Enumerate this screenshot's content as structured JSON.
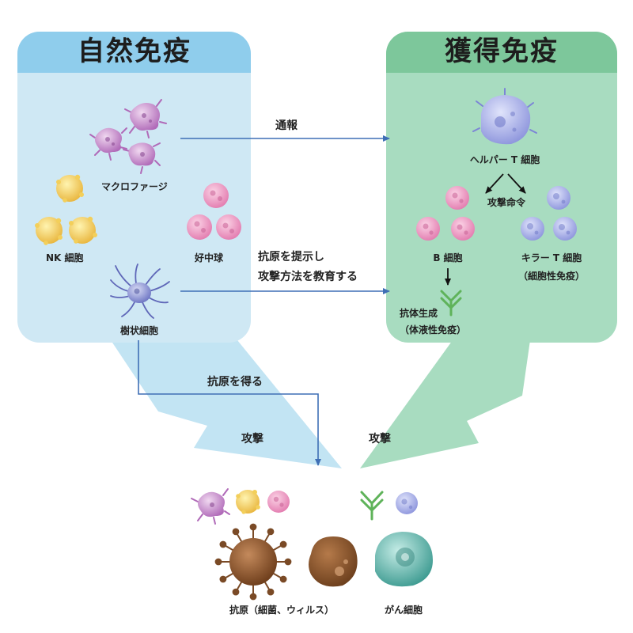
{
  "innate": {
    "title": "自然免疫",
    "macrophage": "マクロファージ",
    "nk_cell": "NK 細胞",
    "neutrophil": "好中球",
    "dendritic_cell": "樹状細胞"
  },
  "adaptive": {
    "title": "獲得免疫",
    "helper_t": "ヘルパー T 細胞",
    "attack_command": "攻撃命令",
    "b_cell": "B 細胞",
    "killer_t": "キラー T 細胞",
    "cellular_immunity": "（細胞性免疫）",
    "antibody_production": "抗体生成",
    "humoral_immunity": "（体液性免疫）"
  },
  "arrows": {
    "report": "通報",
    "present_line1": "抗原を提示し",
    "present_line2": "攻撃方法を教育する",
    "obtain_antigen": "抗原を得る",
    "attack_left": "攻撃",
    "attack_right": "攻撃"
  },
  "targets": {
    "antigen": "抗原（細菌、ウィルス）",
    "cancer": "がん細胞"
  },
  "colors": {
    "innate_panel": "#cfe8f4",
    "innate_header": "#8fcdec",
    "adaptive_panel": "#a8dcc0",
    "adaptive_header": "#7dc79b",
    "arrow_blue": "#3f6fb5",
    "antibody_green": "#5fb35a"
  }
}
